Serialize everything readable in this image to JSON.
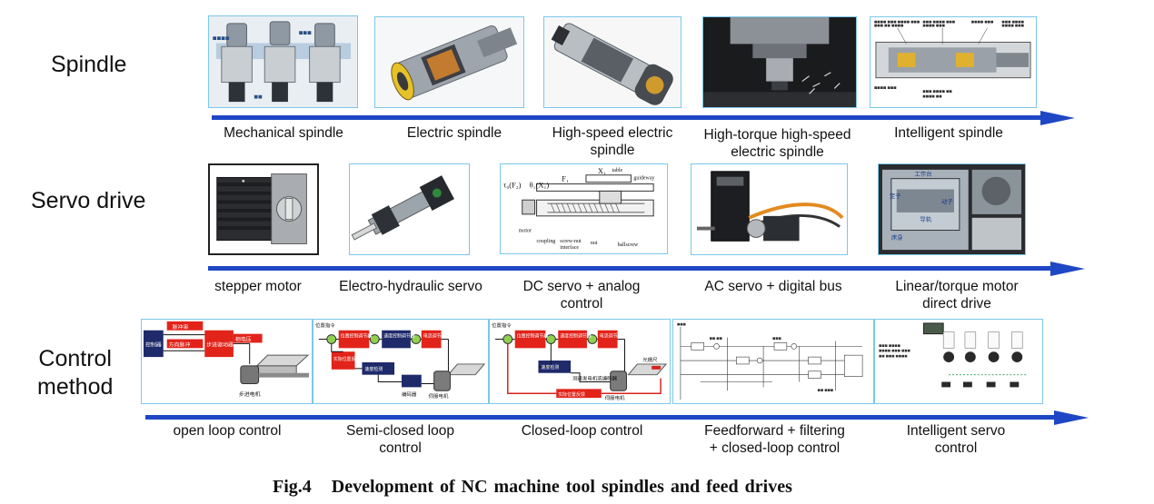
{
  "rows": {
    "spindle": {
      "label": "Spindle",
      "captions": [
        "Mechanical spindle",
        "Electric spindle",
        "High-speed electric\nspindle",
        "High-torque high-speed\nelectric spindle",
        "Intelligent spindle"
      ]
    },
    "servo": {
      "label": "Servo drive",
      "captions": [
        "stepper motor",
        "Electro-hydraulic servo",
        "DC servo + analog\ncontrol",
        "AC servo + digital bus",
        "Linear/torque motor\ndirect drive"
      ]
    },
    "control": {
      "label": "Control\nmethod",
      "captions": [
        "open loop control",
        "Semi-closed loop\ncontrol",
        "Closed-loop control",
        "Feedforward + filtering\n+ closed-loop control",
        "Intelligent servo\ncontrol"
      ]
    }
  },
  "diagram_text": {
    "dc_servo": {
      "torque": "τ₀(F₂)",
      "theta": "θ₁(X₁)",
      "force": "F₁",
      "x1": "X₁",
      "table": "table",
      "guideway": "guideway",
      "motor": "motor",
      "coupling": "coupling",
      "screw_nut": "screw-nut",
      "interface": "interface",
      "nut": "nut",
      "ballscrew": "ballscrew"
    },
    "open_loop": {
      "controller": "控制器",
      "pulse_train": "脉冲串",
      "direction_pulse": "方向脉冲",
      "driver": "步进驱动器",
      "voltage": "相电压",
      "stepper": "步进电机"
    },
    "semi_closed": {
      "position_cmd": "位置指令",
      "pos_ctrl": "位置控制调节器",
      "speed_ctrl": "速度控制调节器",
      "current_ctrl": "电流调节器",
      "pos_feedback": "实际位置反馈",
      "speed_detect": "速度检测",
      "encoder": "编码器",
      "servo_motor": "伺服电机"
    },
    "closed_loop": {
      "position_cmd": "位置指令",
      "pos_ctrl": "位置控制调节器",
      "speed_ctrl": "速度控制调节器",
      "current_ctrl": "电流调节器",
      "speed_detect": "速度检测",
      "encoder": "测速发电机或编码器",
      "servo_motor": "伺服电机",
      "pos_feedback": "实际位置反馈",
      "grating": "光栅尺"
    },
    "linear_motor": {
      "label1": "工作台",
      "label2": "定子",
      "label3": "动子",
      "label4": "导轨",
      "label5": "床身"
    }
  },
  "figure_title": {
    "number": "Fig.4",
    "text": "Development of NC machine tool spindles and feed drives"
  },
  "colors": {
    "arrow": "#1f47c5",
    "panel_border": "#7cc7ea",
    "block_red": "#e2231a",
    "block_navy": "#1f2a6b",
    "feedback_red": "#d9231c"
  }
}
